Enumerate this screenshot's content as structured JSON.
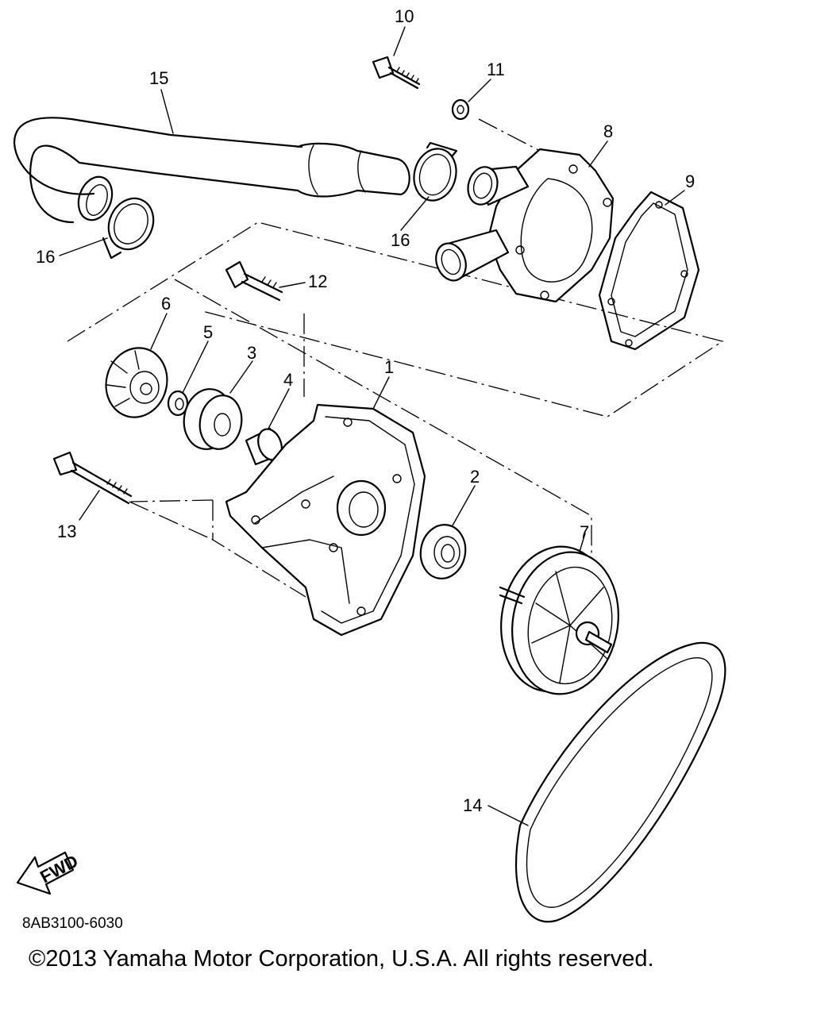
{
  "callouts": [
    {
      "id": "c1",
      "label": "1"
    },
    {
      "id": "c2",
      "label": "2"
    },
    {
      "id": "c3",
      "label": "3"
    },
    {
      "id": "c4",
      "label": "4"
    },
    {
      "id": "c5",
      "label": "5"
    },
    {
      "id": "c6",
      "label": "6"
    },
    {
      "id": "c7",
      "label": "7"
    },
    {
      "id": "c8",
      "label": "8"
    },
    {
      "id": "c9",
      "label": "9"
    },
    {
      "id": "c10",
      "label": "10"
    },
    {
      "id": "c11",
      "label": "11"
    },
    {
      "id": "c12",
      "label": "12"
    },
    {
      "id": "c13",
      "label": "13"
    },
    {
      "id": "c14",
      "label": "14"
    },
    {
      "id": "c15",
      "label": "15"
    },
    {
      "id": "c16a",
      "label": "16"
    },
    {
      "id": "c16b",
      "label": "16"
    }
  ],
  "fwd_label": "FWD",
  "part_code": "8AB3100-6030",
  "copyright": "©2013 Yamaha Motor Corporation, U.S.A. All rights reserved."
}
